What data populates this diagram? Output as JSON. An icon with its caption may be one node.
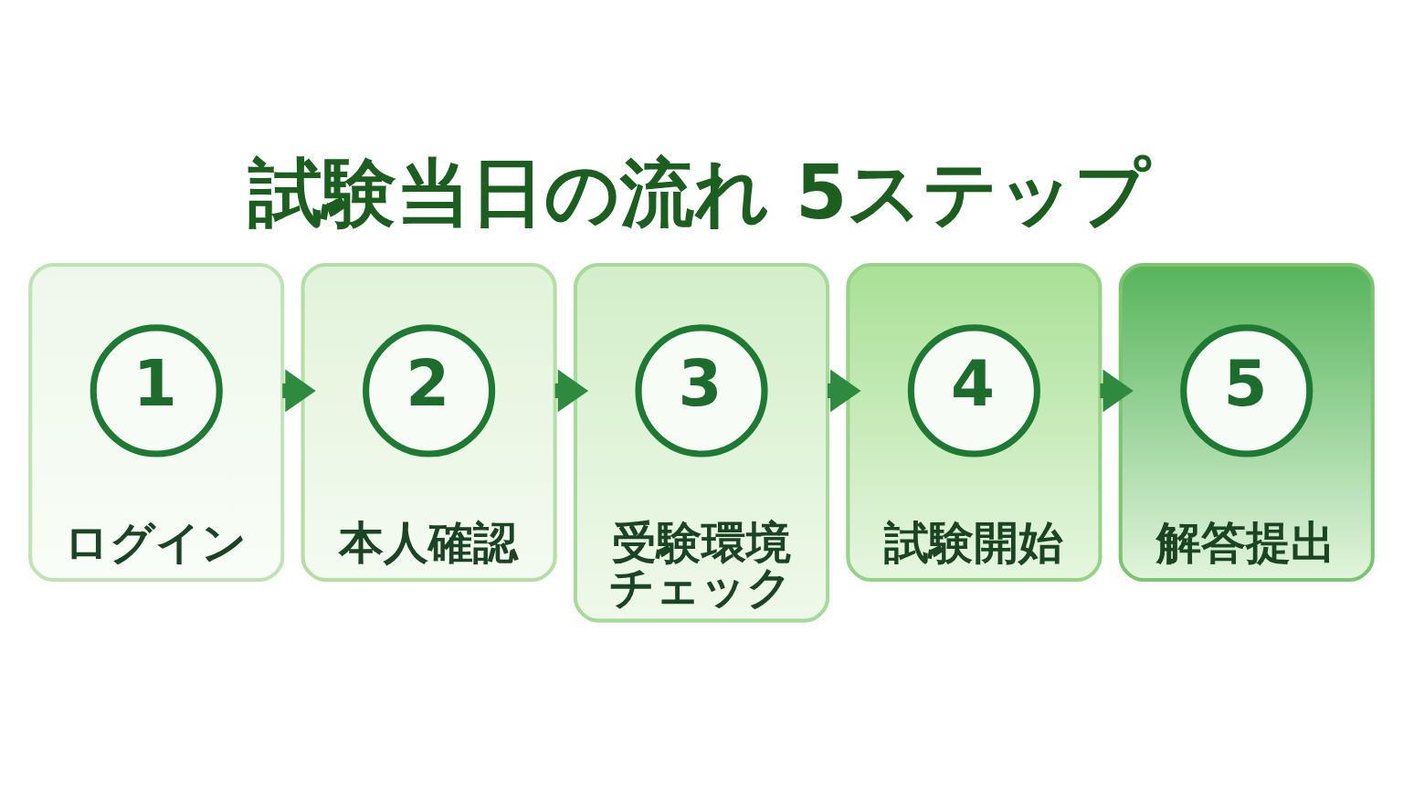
{
  "diagram": {
    "title": "試験当日の流れ 5ステップ",
    "nodes": [
      {
        "text": [
          "ログイン"
        ]
      },
      {
        "text": [
          "1"
        ],
        "in": 0
      },
      {
        "text": [
          "本人確認"
        ]
      },
      {
        "text": [
          "2"
        ],
        "in": 2
      },
      {
        "text": [
          "受験環境チェック"
        ]
      },
      {
        "text": [
          "3"
        ],
        "in": 4
      },
      {
        "text": [
          "試験開始"
        ]
      },
      {
        "text": [
          "4"
        ],
        "in": 6
      },
      {
        "text": [
          "解答提出"
        ]
      },
      {
        "text": [
          "5"
        ],
        "in": 8
      }
    ],
    "edges": [
      {
        "from": 0,
        "to": 2,
        "arrow": "to"
      },
      {
        "from": 2,
        "to": 4,
        "arrow": "to"
      },
      {
        "from": 4,
        "to": 6,
        "arrow": "to"
      },
      {
        "from": 6,
        "to": 8,
        "arrow": "to"
      }
    ]
  }
}
